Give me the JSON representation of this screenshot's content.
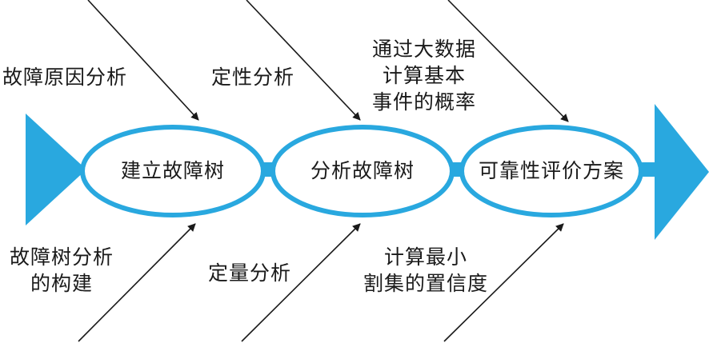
{
  "colors": {
    "accent": "#29a8df",
    "ink": "#1a1a1a",
    "background": "#ffffff"
  },
  "nodes": [
    {
      "id": "build",
      "label": "建立故障树"
    },
    {
      "id": "analyze",
      "label": "分析故障树"
    },
    {
      "id": "evaluate",
      "label": "可靠性评价方案"
    }
  ],
  "causes": {
    "top": [
      {
        "lines": [
          "故障原因分析"
        ]
      },
      {
        "lines": [
          "定性分析"
        ]
      },
      {
        "lines": [
          "通过大数据",
          "计算基本",
          "事件的概率"
        ]
      }
    ],
    "bottom": [
      {
        "lines": [
          "故障树分析",
          "的构建"
        ]
      },
      {
        "lines": [
          "定量分析"
        ]
      },
      {
        "lines": [
          "计算最小",
          "割集的置信度"
        ]
      }
    ]
  }
}
